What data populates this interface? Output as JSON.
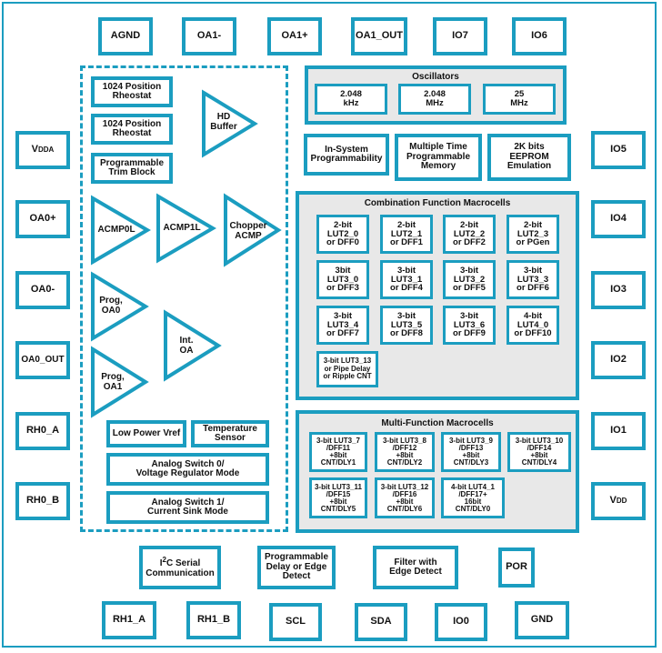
{
  "top_pins": [
    "AGND",
    "OA1-",
    "OA1+",
    "OA1_OUT",
    "IO7",
    "IO6"
  ],
  "left_pins": {
    "vdda_main": "V",
    "vdda_sub": "DDA",
    "items": [
      "OA0+",
      "OA0-",
      "OA0_OUT",
      "RH0_A",
      "RH0_B"
    ]
  },
  "right_pins": {
    "items": [
      "IO5",
      "IO4",
      "IO3",
      "IO2",
      "IO1"
    ],
    "vdd_main": "V",
    "vdd_sub": "DD"
  },
  "bottom_pins": [
    "RH1_A",
    "RH1_B",
    "SCL",
    "SDA",
    "IO0",
    "GND"
  ],
  "analog": {
    "rheostat1": "1024 Position\nRheostat",
    "rheostat2": "1024 Position\nRheostat",
    "trim": "Programmable\nTrim Block",
    "hd_buffer": "HD\nBuffer",
    "acmp0l": "ACMP0L",
    "acmp1l": "ACMP1L",
    "chopper": "Chopper\nACMP",
    "prog_oa0": "Prog,\nOA0",
    "int_oa": "Int.\nOA",
    "prog_oa1": "Prog,\nOA1",
    "vref": "Low Power Vref",
    "temp": "Temperature\nSensor",
    "switch0": "Analog Switch 0/\nVoltage Regulator Mode",
    "switch1": "Analog Switch 1/\nCurrent Sink Mode"
  },
  "oscillators": {
    "title": "Oscillators",
    "items": [
      "2.048\nkHz",
      "2.048\nMHz",
      "25\nMHz"
    ]
  },
  "misc": {
    "isp": "In-System\nProgrammability",
    "mtp": "Multiple Time\nProgrammable\nMemory",
    "eeprom": "2K bits\nEEPROM\nEmulation"
  },
  "combination": {
    "title": "Combination Function Macrocells",
    "cells": [
      "2-bit\nLUT2_0\nor DFF0",
      "2-bit\nLUT2_1\nor DFF1",
      "2-bit\nLUT2_2\nor DFF2",
      "2-bit\nLUT2_3\nor PGen",
      "3bit\nLUT3_0\nor DFF3",
      "3-bit\nLUT3_1\nor DFF4",
      "3-bit\nLUT3_2\nor DFF5",
      "3-bit\nLUT3_3\nor DFF6",
      "3-bit\nLUT3_4\nor DFF7",
      "3-bit\nLUT3_5\nor DFF8",
      "3-bit\nLUT3_6\nor DFF9",
      "4-bit\nLUT4_0\nor DFF10",
      "3-bit LUT3_13\nor Pipe Delay\nor Ripple CNT"
    ]
  },
  "multifunction": {
    "title": "Multi-Function Macrocells",
    "cells": [
      "3-bit LUT3_7\n/DFF11\n+8bit\nCNT/DLY1",
      "3-bit LUT3_8\n/DFF12\n+8bit\nCNT/DLY2",
      "3-bit LUT3_9\n/DFF13\n+8bit\nCNT/DLY3",
      "3-bit LUT3_10\n/DFF14\n+8bit\nCNT/DLY4",
      "3-bit LUT3_11\n/DFF15\n+8bit\nCNT/DLY5",
      "3-bit LUT3_12\n/DFF16\n+8bit\nCNT/DLY6",
      "4-bit LUT4_1\n/DFF17+\n16bit\nCNT/DLY0"
    ]
  },
  "bottom_blocks": {
    "i2c_i": "I",
    "i2c_sup": "2",
    "i2c_rest": "C Serial",
    "i2c_line2": "Communication",
    "pdly": "Programmable\nDelay or Edge\nDetect",
    "filter": "Filter with\nEdge Detect",
    "por": "POR"
  }
}
